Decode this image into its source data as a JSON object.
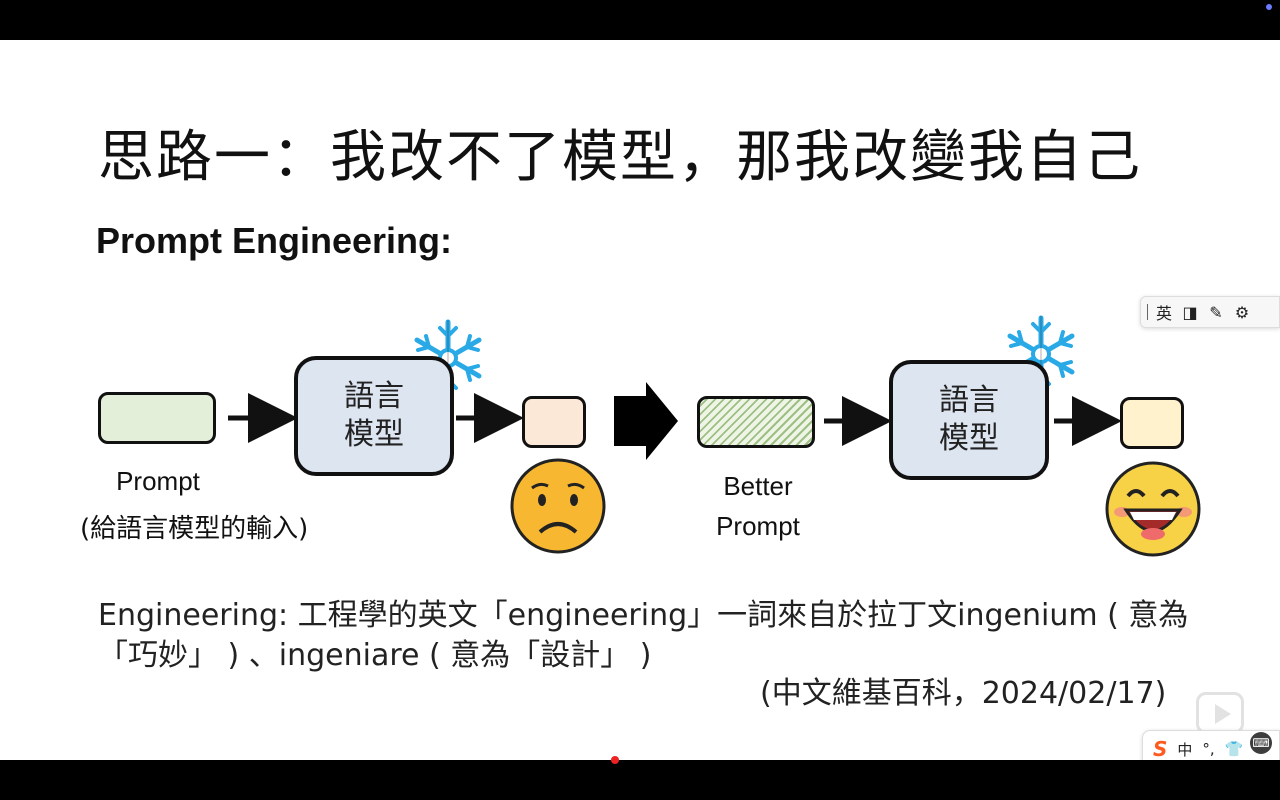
{
  "slide": {
    "title": "思路一：我改不了模型，那我改變我自己",
    "subtitle": "Prompt Engineering:",
    "diagram": {
      "model_label_1_line1": "語言",
      "model_label_1_line2": "模型",
      "model_label_2_line1": "語言",
      "model_label_2_line2": "模型",
      "prompt_label": "Prompt",
      "prompt_sub_label": "(給語言模型的輸入)",
      "better_prompt_line1": "Better",
      "better_prompt_line2": "Prompt",
      "icons": [
        "snowflake-icon",
        "sad-face-icon",
        "big-arrow-icon",
        "happy-face-icon"
      ]
    },
    "description": "Engineering: 工程學的英文「engineering」一詞來自於拉丁文ingenium ( 意為「巧妙」 ) 、ingeniare ( 意為「設計」 )",
    "source": "(中文維基百科，2024/02/17)"
  },
  "ime_toolbar": {
    "lang": "英",
    "items": [
      "half-width-icon",
      "pen-icon",
      "gear-icon"
    ]
  },
  "ime_toolbar_2": {
    "mode": "中",
    "punct": "°,",
    "skin_icon": "shirt-icon"
  },
  "colors": {
    "prompt_fill": "#e3efd9",
    "model_fill": "#dde5f1",
    "output1_fill": "#fce8d6",
    "output2_fill": "#fff2cd",
    "snowflake": "#29a9e6",
    "face": "#f7b731"
  }
}
